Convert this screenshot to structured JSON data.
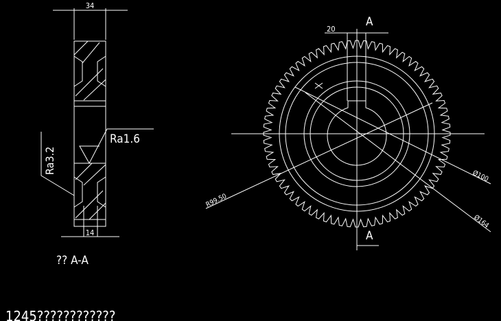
{
  "colors": {
    "background": "#000000",
    "line": "#ffffff"
  },
  "section_view": {
    "width_dim": "34",
    "hub_dim": "14",
    "roughness_1": "Ra1.6",
    "roughness_2": "Ra3.2",
    "title": "?? A-A"
  },
  "gear_view": {
    "keyway_dim": "20",
    "section_mark_top": "A",
    "section_mark_bottom": "A",
    "radius_dim": "R99.50",
    "dia_dim_1": "Ø100",
    "dia_dim_2": "Ø164"
  },
  "footer_text": "1245????????????"
}
